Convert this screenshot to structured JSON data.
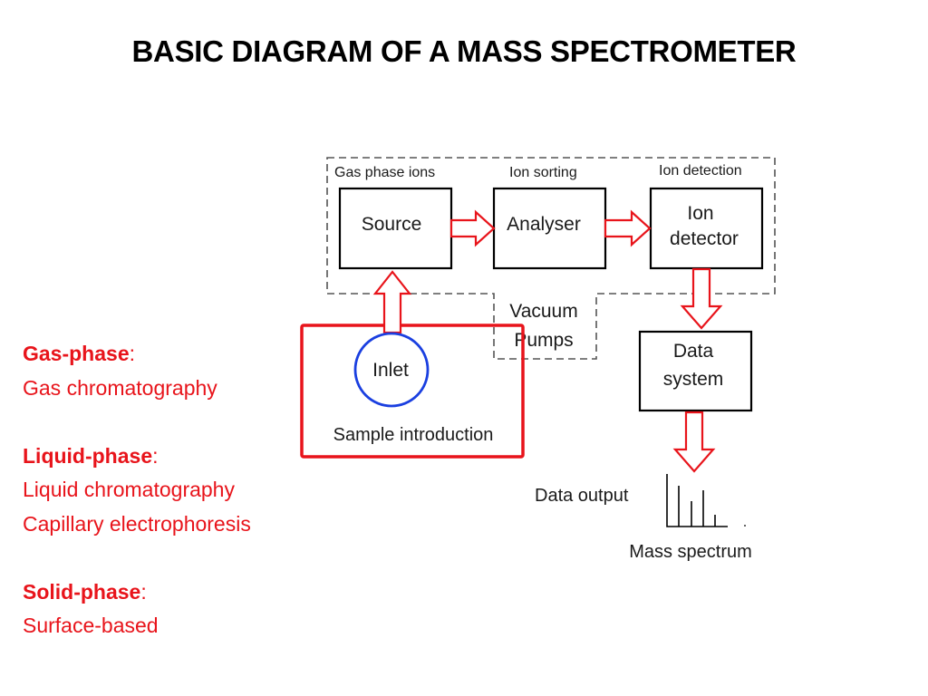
{
  "title": "BASIC DIAGRAM OF A MASS SPECTROMETER",
  "phases": [
    {
      "label": "Gas-phase",
      "colon": ":",
      "methods": [
        "Gas chromatography"
      ]
    },
    {
      "label": "Liquid-phase",
      "colon": ":",
      "methods": [
        "Liquid chromatography",
        "Capillary electrophoresis"
      ]
    },
    {
      "label": "Solid-phase",
      "colon": ":",
      "methods": [
        "Surface-based"
      ]
    }
  ],
  "diagram": {
    "stage_labels": {
      "gas_phase_ions": "Gas phase ions",
      "ion_sorting": "Ion sorting",
      "ion_detection": "Ion detection"
    },
    "source": "Source",
    "analyser": "Analyser",
    "ion_detector": [
      "Ion",
      "detector"
    ],
    "vacuum_pumps": [
      "Vacuum",
      "Pumps"
    ],
    "data_system": [
      "Data",
      "system"
    ],
    "inlet": "Inlet",
    "sample_introduction": "Sample introduction",
    "data_output": "Data output",
    "mass_spectrum": "Mass spectrum"
  },
  "colors": {
    "accent_red": "#e8141b",
    "inlet_blue": "#1a3fe0",
    "box_black": "#000000",
    "dashed_gray": "#555555"
  }
}
